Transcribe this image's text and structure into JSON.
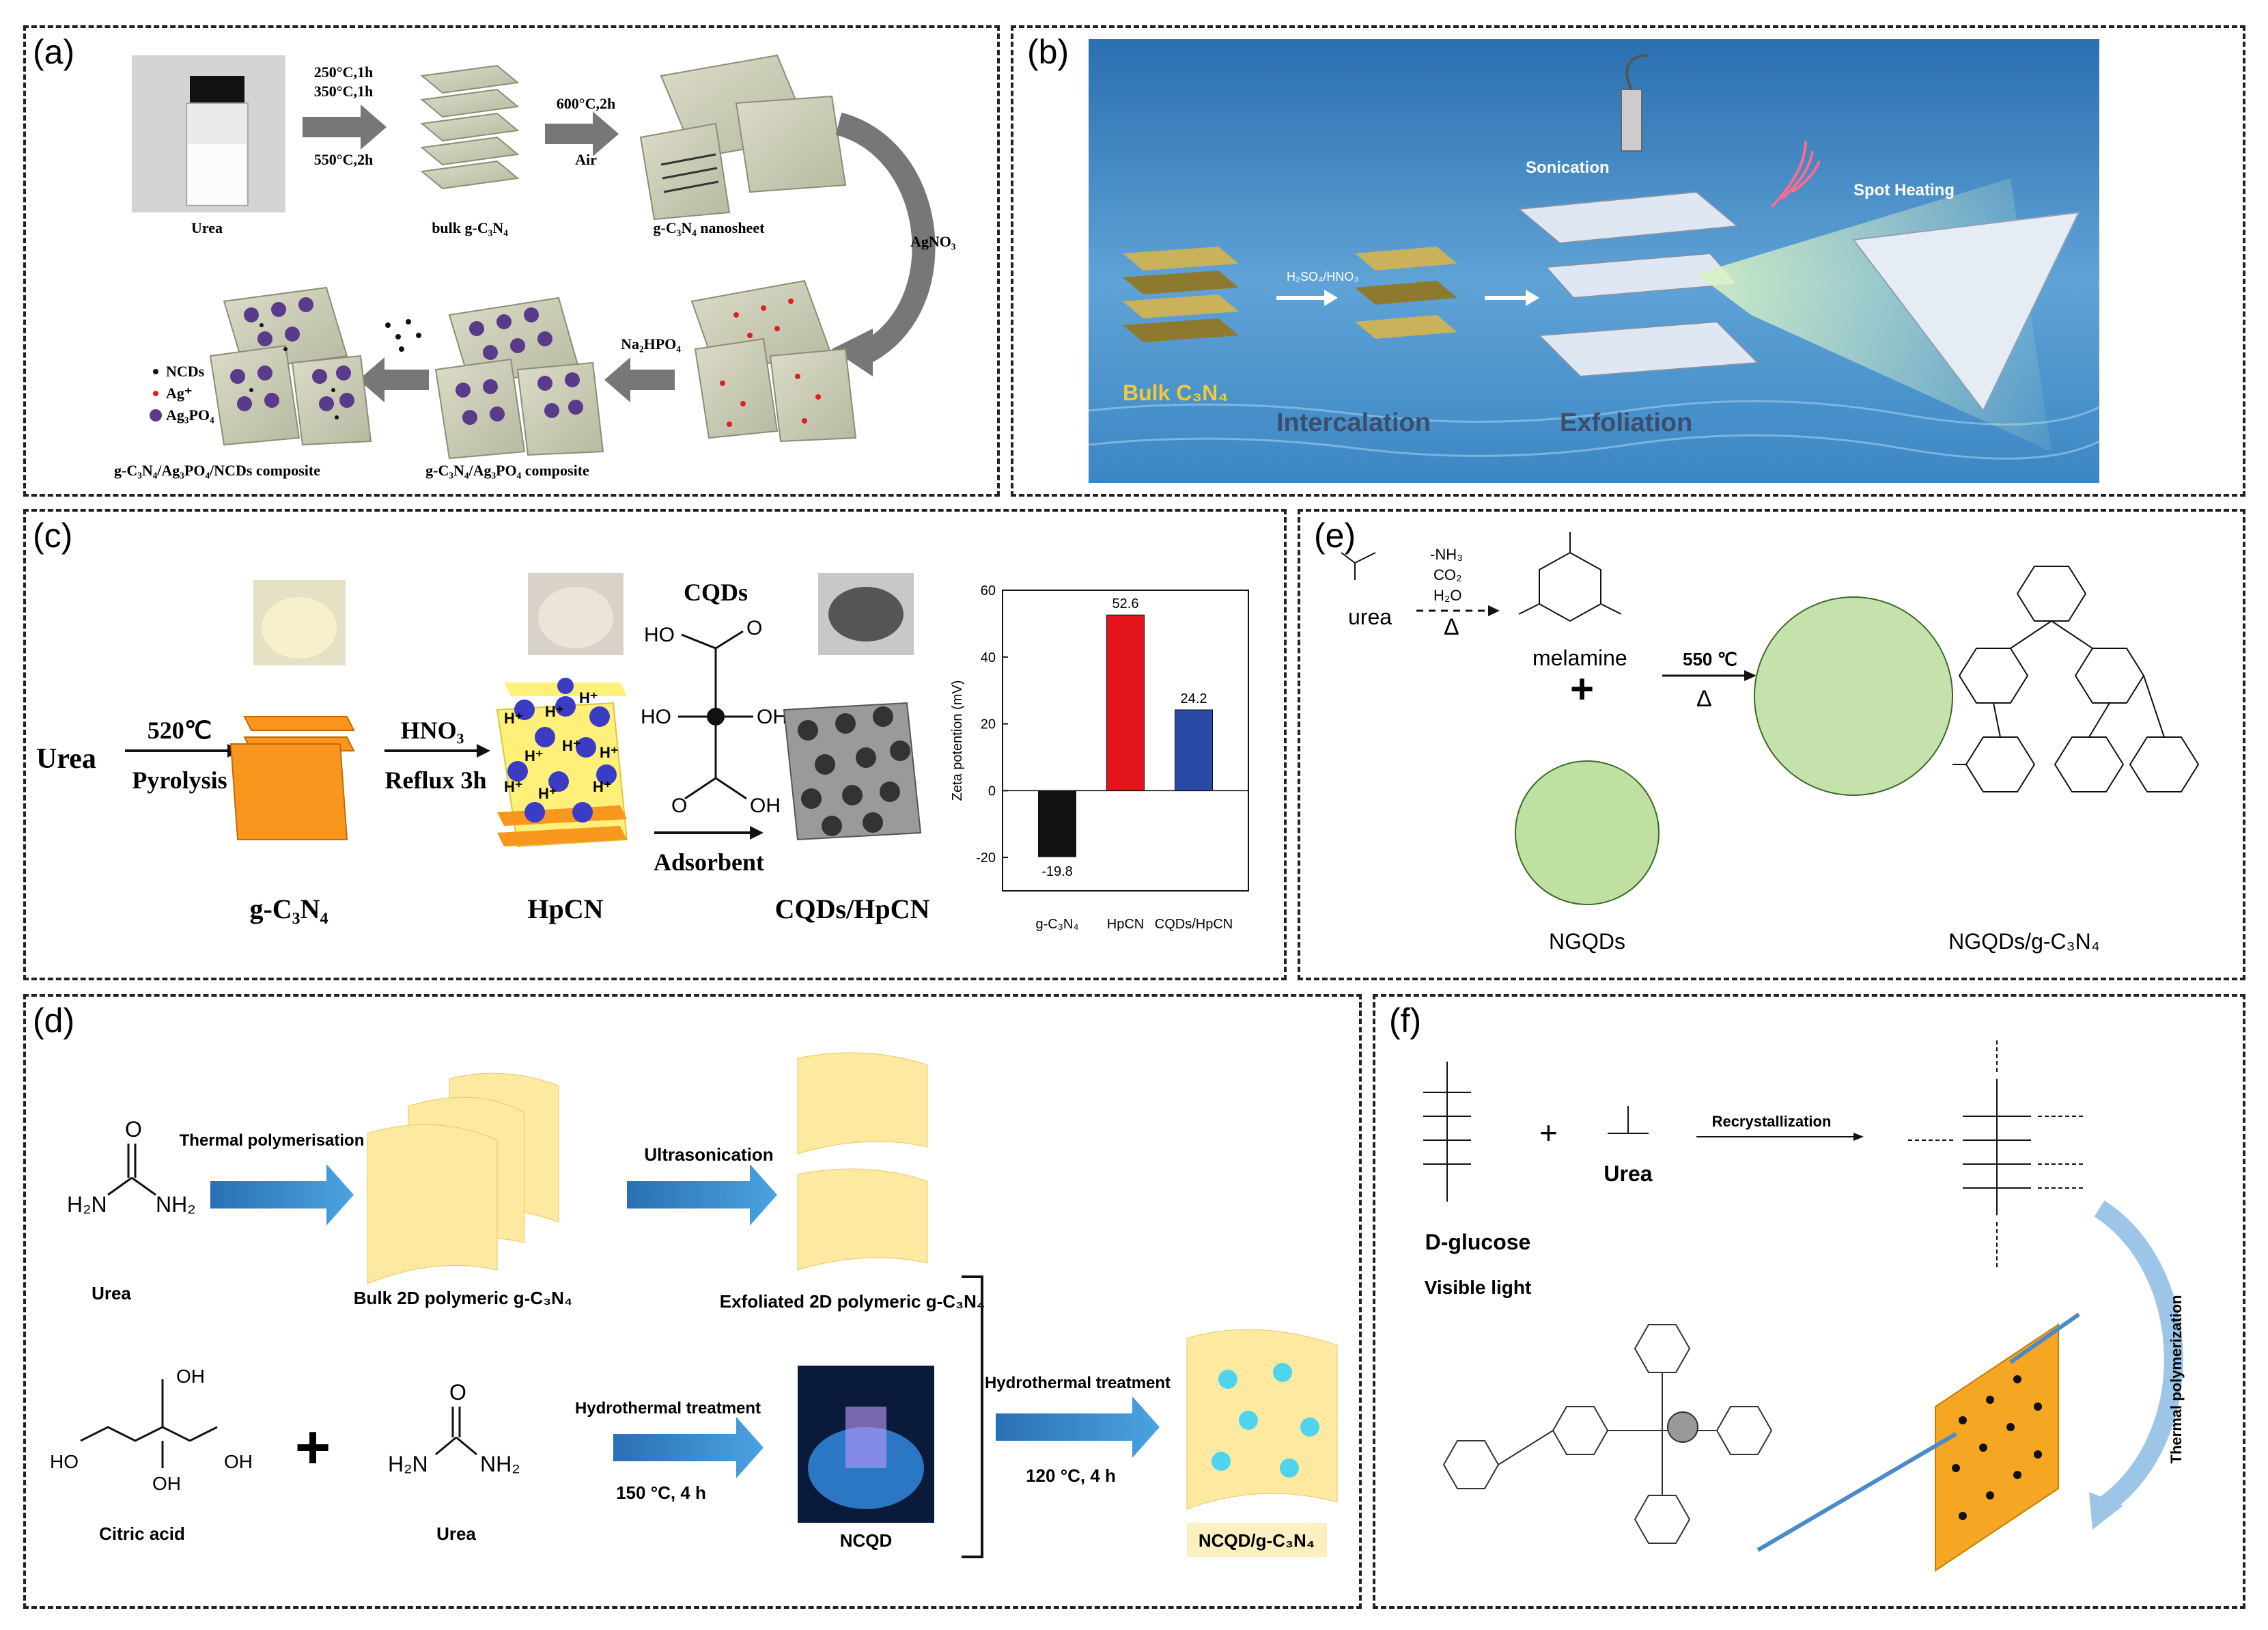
{
  "panels": {
    "a": {
      "label": "(a)",
      "urea": "Urea",
      "cond1": "250°C,1h",
      "cond2": "350°C,1h",
      "cond3": "550°C,2h",
      "bulk_label": "bulk g-C₃N₄",
      "cond4": "600°C,2h",
      "air": "Air",
      "nanosheet": "g-C₃N₄ nanosheet",
      "agno3": "AgNO₃",
      "na2hpo4": "Na₂HPO₄",
      "legend": [
        "NCDs",
        "Ag⁺",
        "Ag₃PO₄"
      ],
      "composite1": "g-C₃N₄/Ag₃PO₄/NCDs composite",
      "composite2": "g-C₃N₄/Ag₃PO₄ composite"
    },
    "b": {
      "label": "(b)",
      "sonication": "Sonication",
      "spot_heating": "Spot Heating",
      "acid": "H₂SO₄/HNO₃",
      "bulk": "Bulk C₃N₄",
      "intercalation": "Intercalation",
      "exfoliation": "Exfoliation"
    },
    "c": {
      "label": "(c)",
      "urea": "Urea",
      "temp": "520℃",
      "pyrolysis": "Pyrolysis",
      "hno3": "HNO₃",
      "reflux": "Reflux 3h",
      "cqds": "CQDs",
      "adsorbent": "Adsorbent",
      "gc3n4": "g-C₃N₄",
      "hpcn": "HpCN",
      "cqds_hpcn": "CQDs/HpCN",
      "ho": "HO",
      "oh": "OH",
      "o": "O",
      "hplus": "H⁺"
    },
    "d": {
      "label": "(d)",
      "thermal": "Thermal polymerisation",
      "ultrasonication": "Ultrasonication",
      "urea": "Urea",
      "bulk2d": "Bulk 2D polymeric g-C₃N₄",
      "exfoliated": "Exfoliated 2D polymeric g-C₃N₄",
      "citric": "Citric acid",
      "urea2": "Urea",
      "hydro1": "Hydrothermal treatment",
      "cond1": "150 °C, 4 h",
      "ncqd": "NCQD",
      "hydro2": "Hydrothermal treatment",
      "cond2": "120 °C, 4 h",
      "product": "NCQD/g-C₃N₄",
      "h2n": "H₂N",
      "nh2": "NH₂",
      "o": "O",
      "oh": "OH",
      "ho": "HO"
    },
    "e": {
      "label": "(e)",
      "urea": "urea",
      "conditions": [
        "-NH₃",
        "CO₂",
        "H₂O"
      ],
      "delta": "Δ",
      "melamine": "melamine",
      "temp": "550 ℃",
      "ngqds": "NGQDs",
      "product": "NGQDs/g-C₃N₄",
      "plus": "+"
    },
    "f": {
      "label": "(f)",
      "urea": "Urea",
      "recrystallization": "Recrystallization",
      "dglucose": "D-glucose",
      "visible": "Visible light",
      "thermal": "Thermal polymerization",
      "plus": "+"
    }
  },
  "chart_data": {
    "type": "bar",
    "categories": [
      "g-C₃N₄",
      "HpCN",
      "CQDs/HpCN"
    ],
    "values": [
      -19.8,
      52.6,
      24.2
    ],
    "value_labels": [
      "-19.8",
      "52.6",
      "24.2"
    ],
    "colors": [
      "#111111",
      "#e3141b",
      "#2b4aa8"
    ],
    "ylabel": "Zeta potention (mV)",
    "ylim": [
      -30,
      60
    ],
    "yticks": [
      -20,
      0,
      20,
      40,
      60
    ]
  }
}
